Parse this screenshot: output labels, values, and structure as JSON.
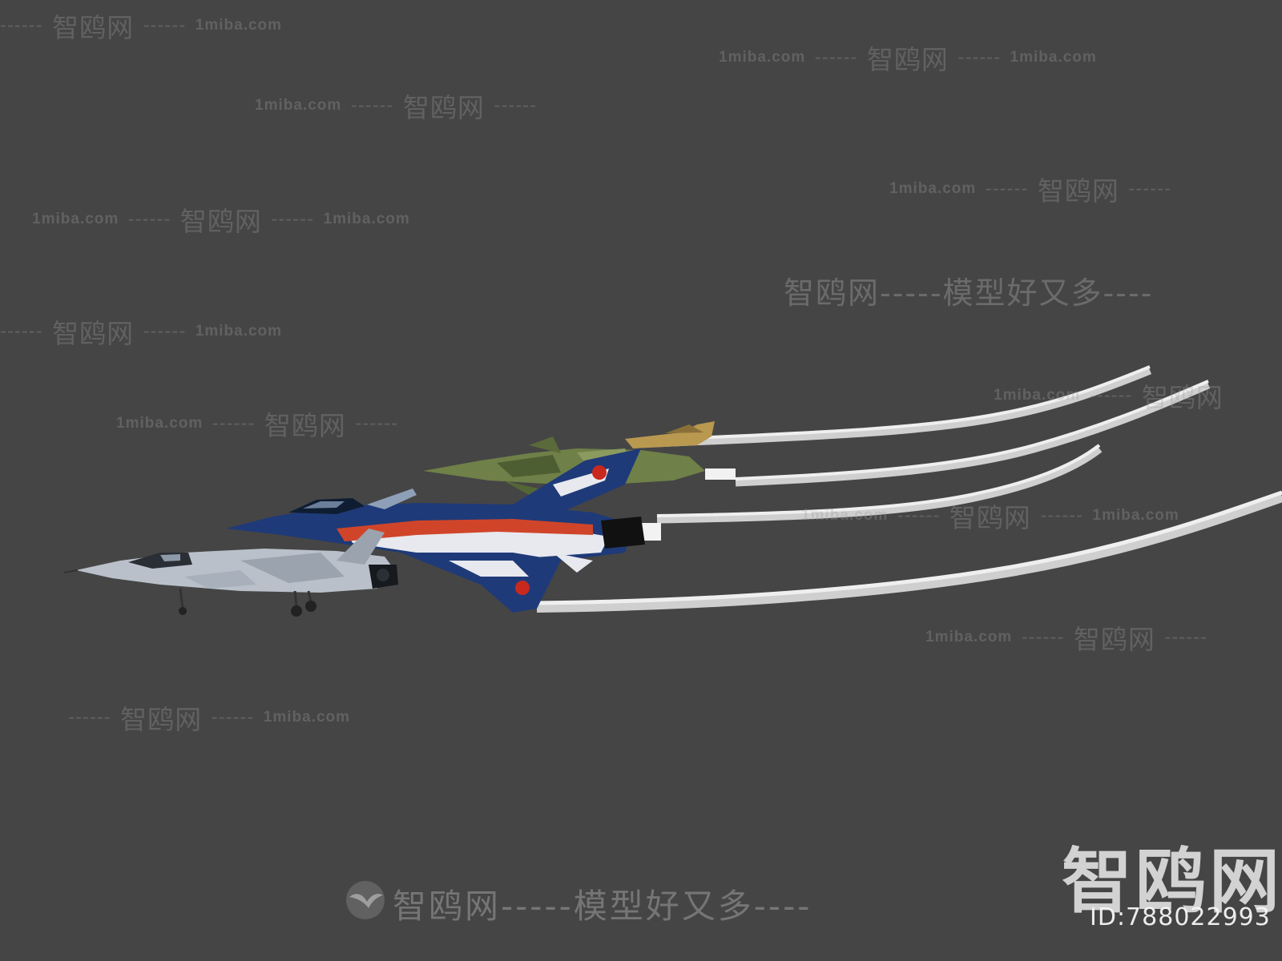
{
  "background_color": "#454545",
  "watermark": {
    "brand": "智鸥网",
    "site": "1miba.com",
    "dash": "------",
    "slogan_line": "智鸥网-----模型好又多----"
  },
  "branding": {
    "big_logo_text": "智鸥网",
    "asset_id": "ID:788022993"
  },
  "scene": {
    "subject": "four fighter jets in formation with white smoke trails",
    "icons": [
      "jet-gray-icon",
      "jet-blue-red-icon",
      "jet-camo-green-icon",
      "jet-camo-tan-icon",
      "smoke-trail-icon",
      "seagull-logo-icon"
    ],
    "colors": {
      "trail": "#d8d8d8",
      "blue_jet": "#1f3a78",
      "red_stripe": "#d0452a",
      "gray_jet": "#b9c0c9",
      "camo_green": "#6f8048",
      "camo_tan": "#b99850"
    }
  }
}
